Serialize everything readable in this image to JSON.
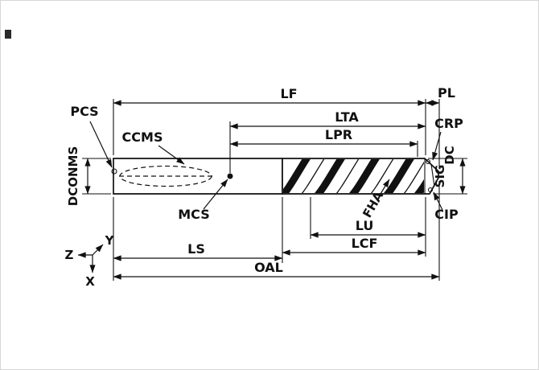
{
  "diagram": {
    "type": "drill-dimension-drawing",
    "colors": {
      "line": "#111111",
      "background": "#ffffff",
      "border": "#d6d6d6"
    },
    "labels": {
      "lf": "LF",
      "pl": "PL",
      "lta": "LTA",
      "lpr": "LPR",
      "crp": "CRP",
      "dc": "DC",
      "sig": "SIG",
      "cip": "CIP",
      "pcs": "PCS",
      "ccms": "CCMS",
      "dconms": "DCONMS",
      "mcs": "MCS",
      "fha": "FHA",
      "lu": "LU",
      "lcf": "LCF",
      "ls": "LS",
      "oal": "OAL"
    },
    "axes": {
      "z": "Z",
      "y": "Y",
      "x": "X"
    }
  }
}
